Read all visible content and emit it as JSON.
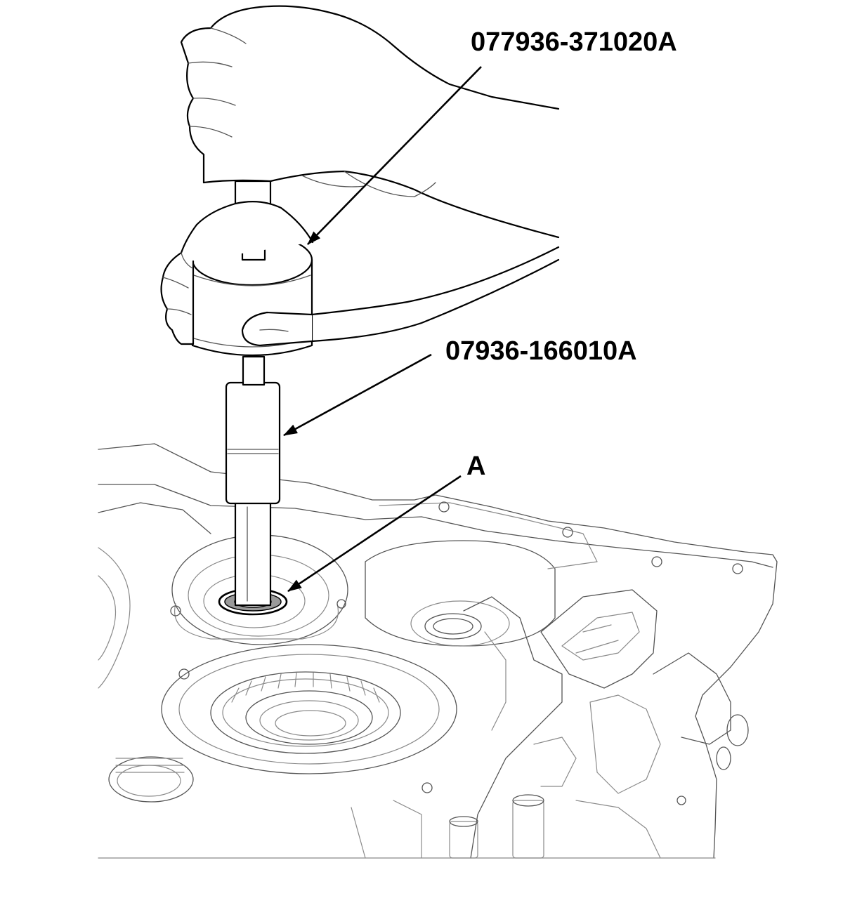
{
  "callouts": {
    "driver_handle": "077936-371020A",
    "attachment": "07936-166010A",
    "seal": "A"
  },
  "colors": {
    "line": "#000000",
    "background": "#ffffff"
  }
}
